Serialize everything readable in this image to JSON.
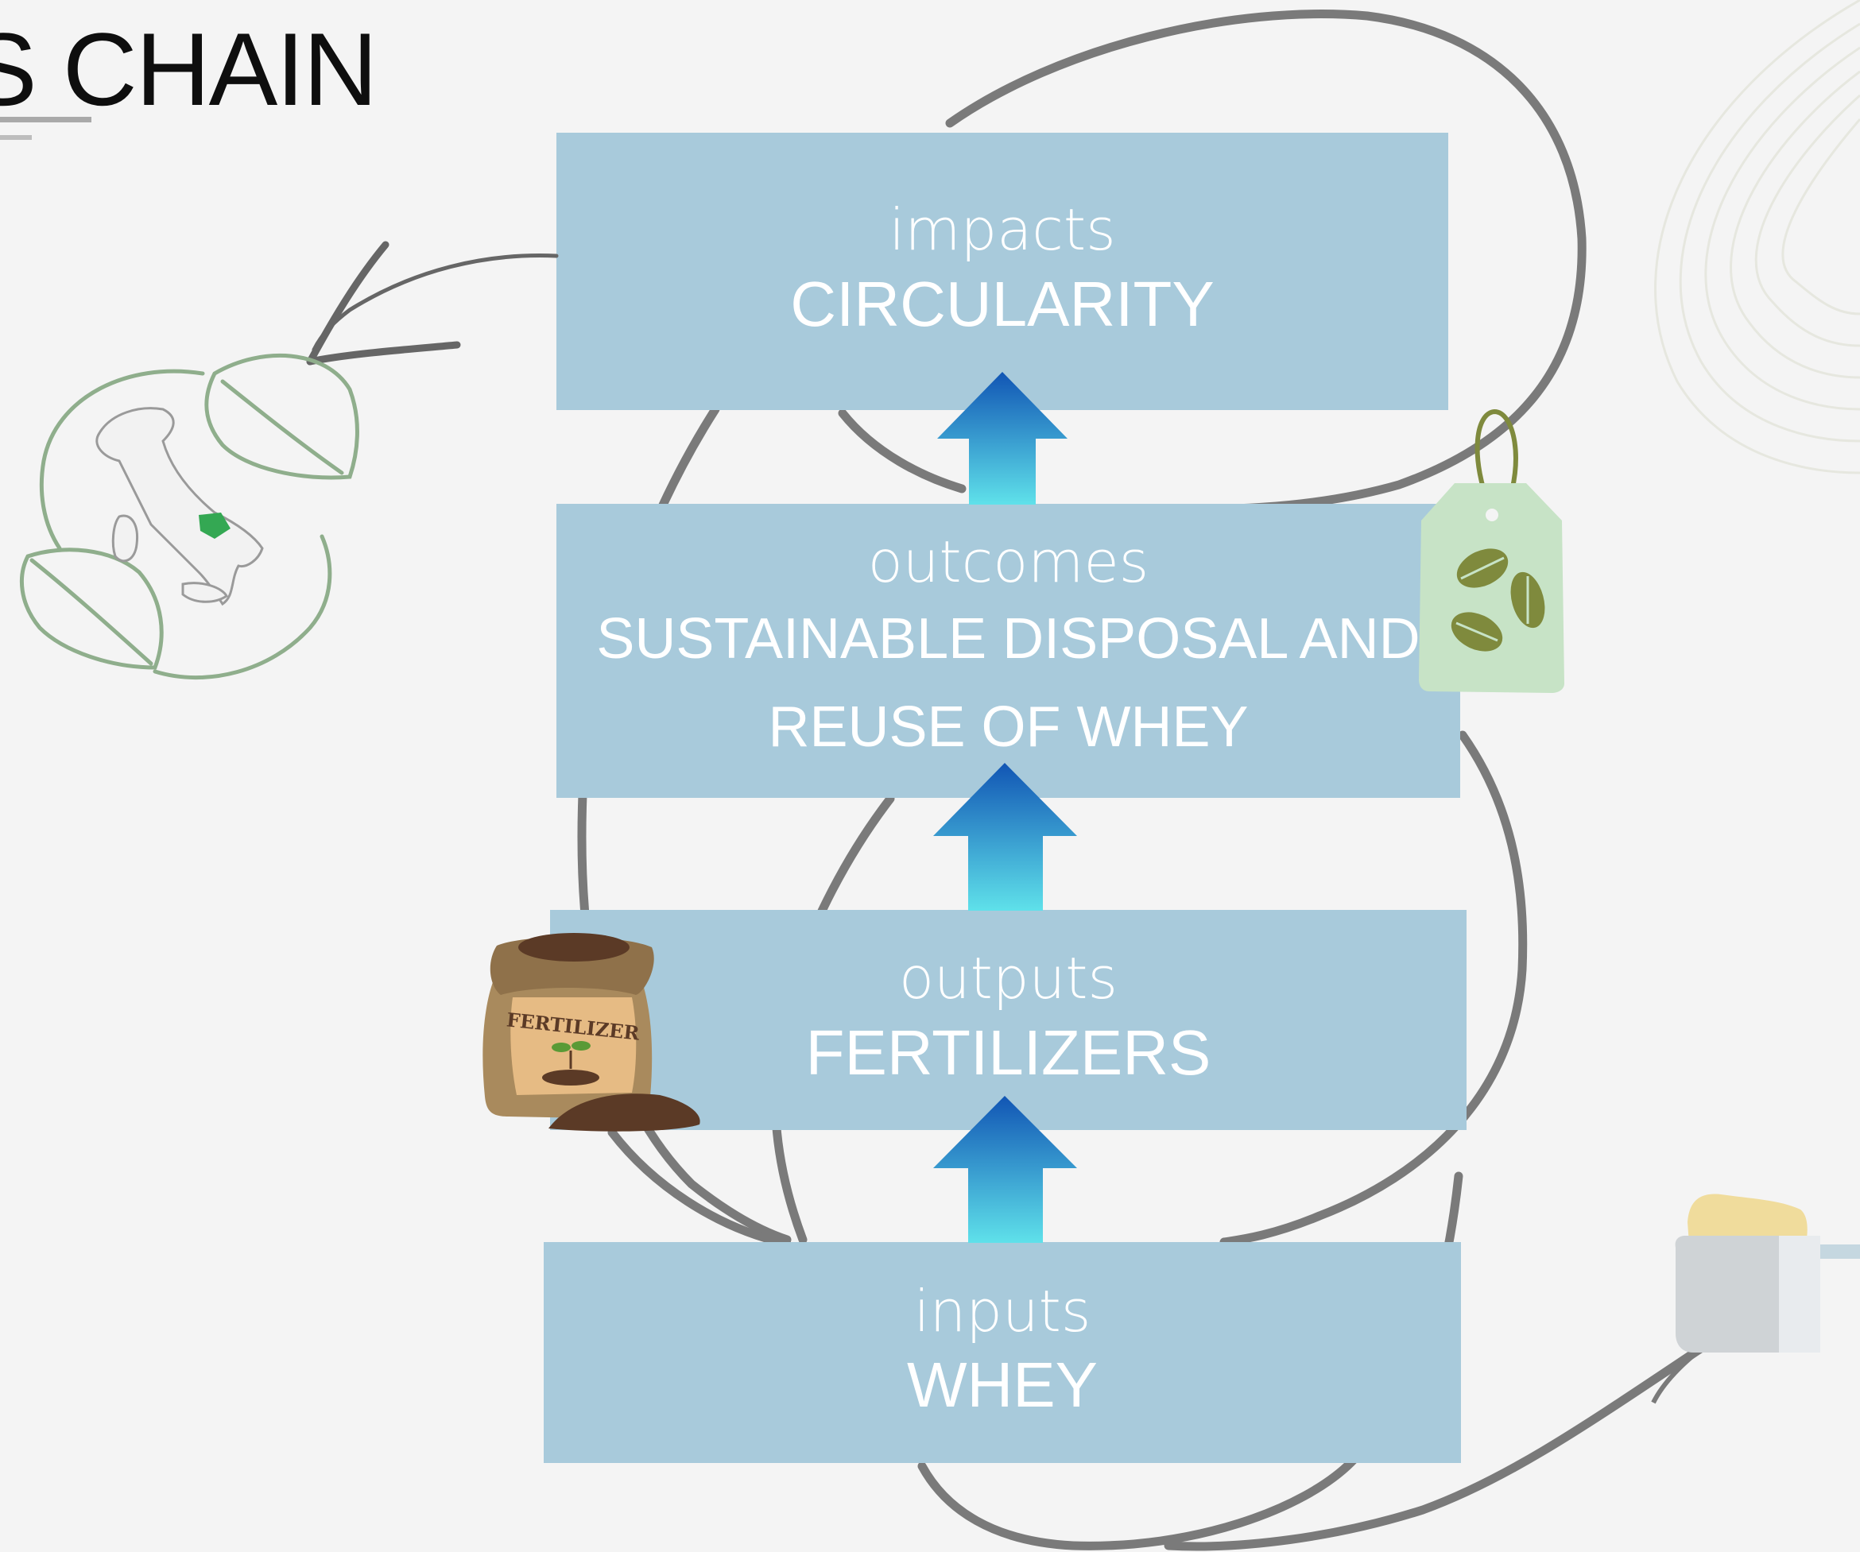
{
  "title": "S CHAIN",
  "levels": [
    {
      "key": "impacts",
      "label": "impacts",
      "value": "CIRCULARITY"
    },
    {
      "key": "outcomes",
      "label": "outcomes",
      "value_lines": [
        "SUSTAINABLE DISPOSAL AND",
        "REUSE OF WHEY"
      ]
    },
    {
      "key": "outputs",
      "label": "outputs",
      "value": "FERTILIZERS"
    },
    {
      "key": "inputs",
      "label": "inputs",
      "value": "WHEY"
    }
  ],
  "fertilizer_bag_text": "FERTILIZER",
  "colors": {
    "box": "#a8cadb",
    "box_text": "#ffffff",
    "arrow_top": "#1155b4",
    "arrow_bottom": "#5fe1ea",
    "stroke": "#7a7a7a",
    "leaf_line": "#8fae8c",
    "tag": "#c7e3c6",
    "highlight_region": "#34a853"
  },
  "icons": [
    "leaf-italy-map-icon",
    "brush-arrow-icon",
    "recycle-tag-icon",
    "fertilizer-bag-icon",
    "whey-jug-icon"
  ]
}
